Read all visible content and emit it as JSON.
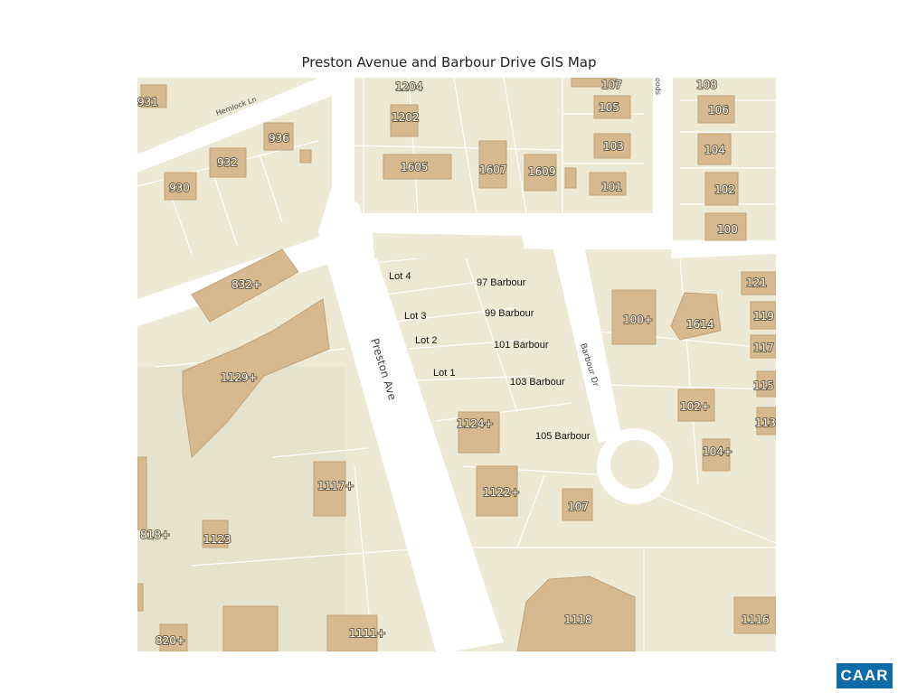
{
  "title": "Preston Avenue and Barbour Drive GIS Map",
  "logo_text": "CAAR",
  "colors": {
    "ground": "#ece9d4",
    "road": "#ffffff",
    "building": "#d6b98f",
    "parcel_line": "#ffffff",
    "logo": "#0e6ba8"
  },
  "streets": {
    "preston": "Preston Ave",
    "barbour": "Barbour Dr",
    "hemlock": "Hemlock Ln",
    "partial": "oods"
  },
  "lot_labels": [
    "Lot 4",
    "Lot 3",
    "Lot 2",
    "Lot 1"
  ],
  "parcel_labels": [
    "97 Barbour",
    "99 Barbour",
    "101 Barbour",
    "103 Barbour",
    "105 Barbour"
  ],
  "building_numbers": [
    "931",
    "1204",
    "107",
    "108",
    "1202",
    "105",
    "106",
    "936",
    "103",
    "104",
    "932",
    "930",
    "1605",
    "1607",
    "1609",
    "101",
    "102",
    "100",
    "832+",
    "121",
    "100+",
    "1614",
    "119",
    "117",
    "1129+",
    "115",
    "102+",
    "113",
    "1124+",
    "104+",
    "1117+",
    "1122+",
    "107",
    "818+",
    "1123",
    "1118",
    "1116",
    "820+",
    "1111+"
  ]
}
